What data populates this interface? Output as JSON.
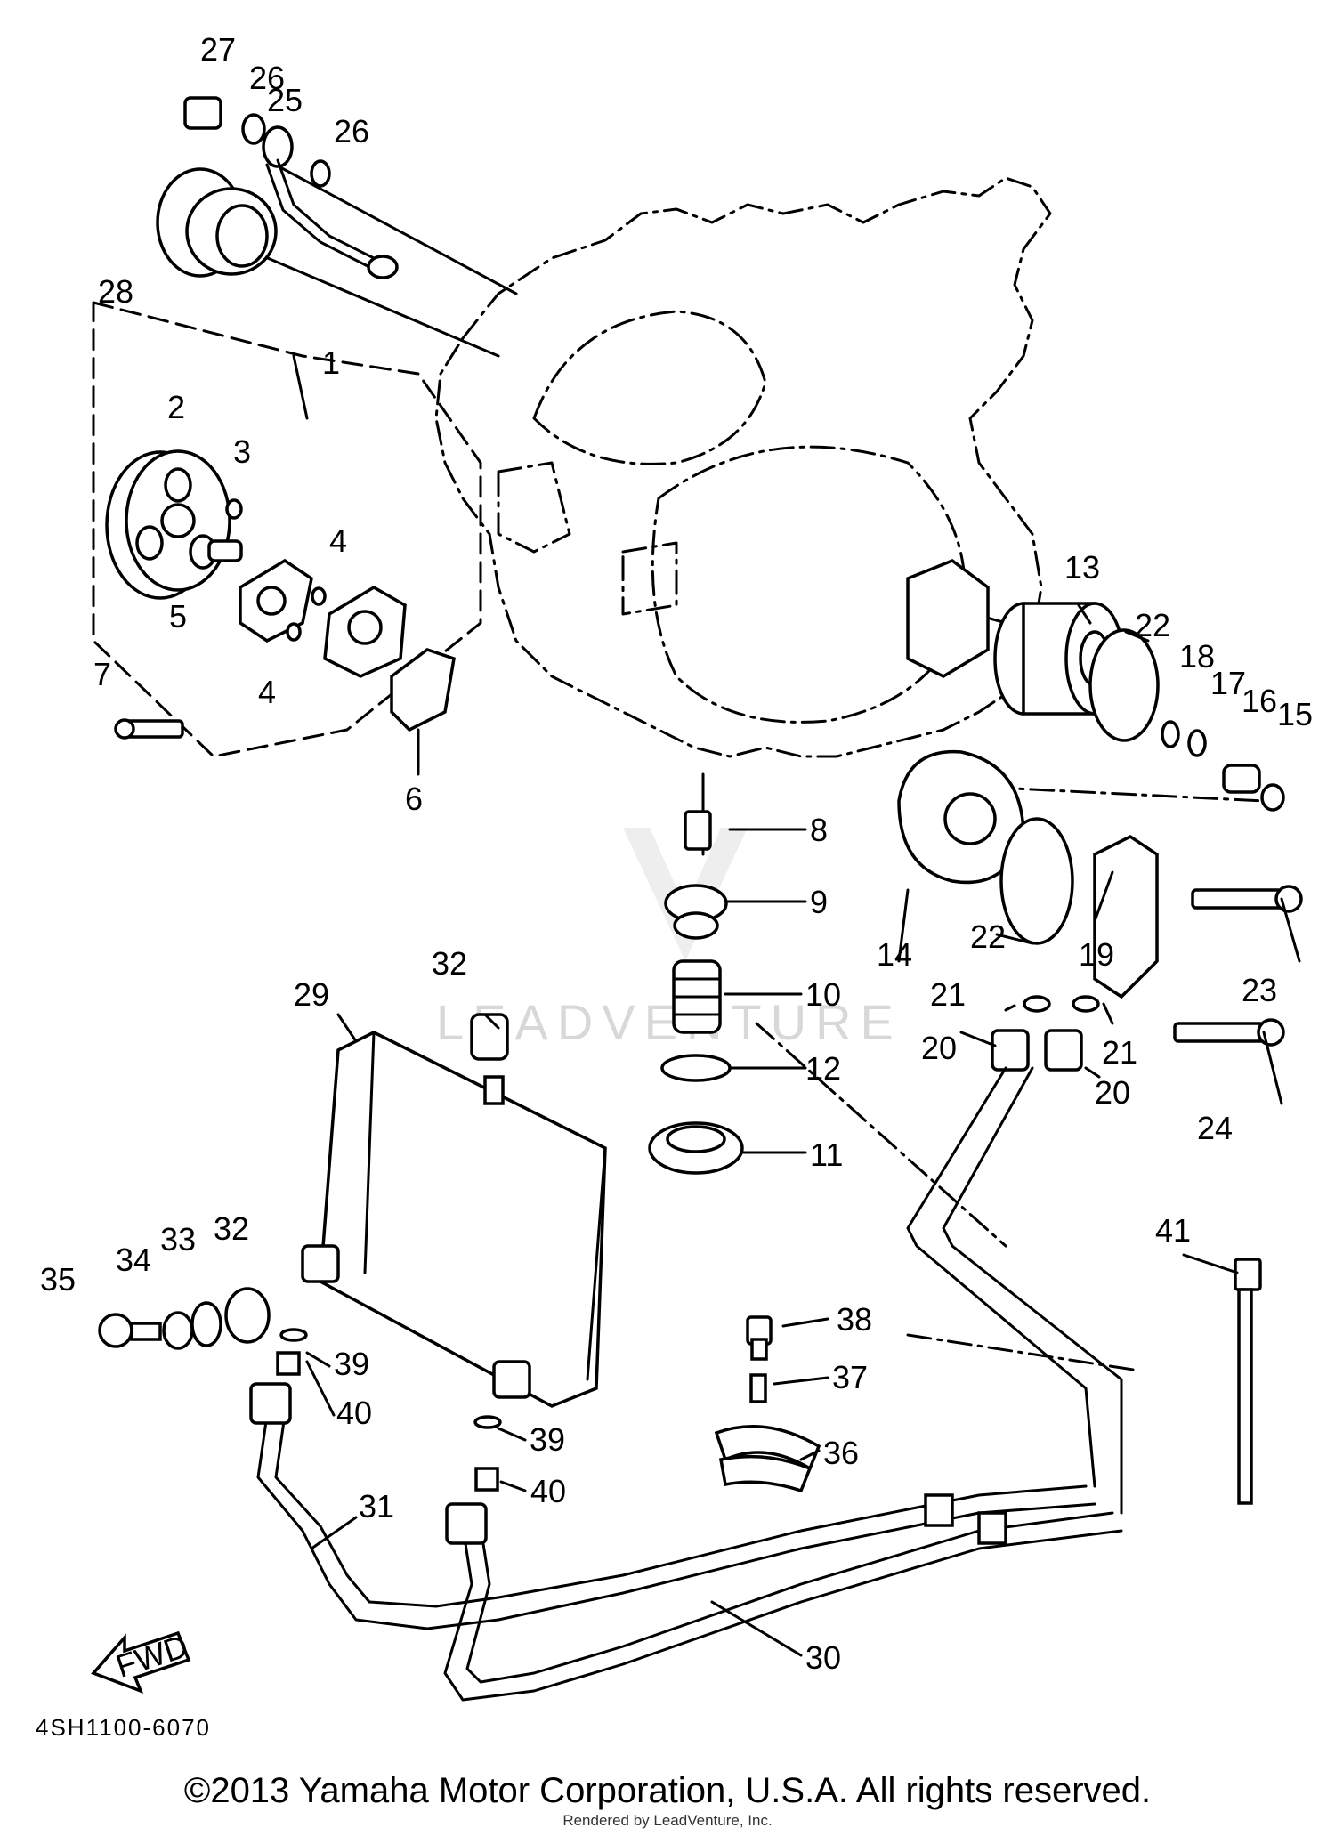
{
  "diagram": {
    "callouts": {
      "c1": "1",
      "c2": "2",
      "c3": "3",
      "c4a": "4",
      "c4b": "4",
      "c5": "5",
      "c6": "6",
      "c7": "7",
      "c8": "8",
      "c9": "9",
      "c10": "10",
      "c11": "11",
      "c12": "12",
      "c13": "13",
      "c14": "14",
      "c15": "15",
      "c16": "16",
      "c17": "17",
      "c18": "18",
      "c19": "19",
      "c20a": "20",
      "c20b": "20",
      "c21a": "21",
      "c21b": "21",
      "c22a": "22",
      "c22b": "22",
      "c23": "23",
      "c24": "24",
      "c25": "25",
      "c26a": "26",
      "c26b": "26",
      "c27": "27",
      "c28": "28",
      "c29": "29",
      "c30": "30",
      "c31": "31",
      "c32a": "32",
      "c32b": "32",
      "c33": "33",
      "c34": "34",
      "c35": "35",
      "c36": "36",
      "c37": "37",
      "c38": "38",
      "c39a": "39",
      "c39b": "39",
      "c40a": "40",
      "c40b": "40",
      "c41": "41"
    },
    "fwd_label": "FWD",
    "diagram_code": "4SH1100-6070",
    "watermark": "LEADVENTURE"
  },
  "footer": {
    "copyright": "©2013 Yamaha Motor Corporation, U.S.A. All rights reserved.",
    "rendered_by": "Rendered by LeadVenture, Inc."
  }
}
